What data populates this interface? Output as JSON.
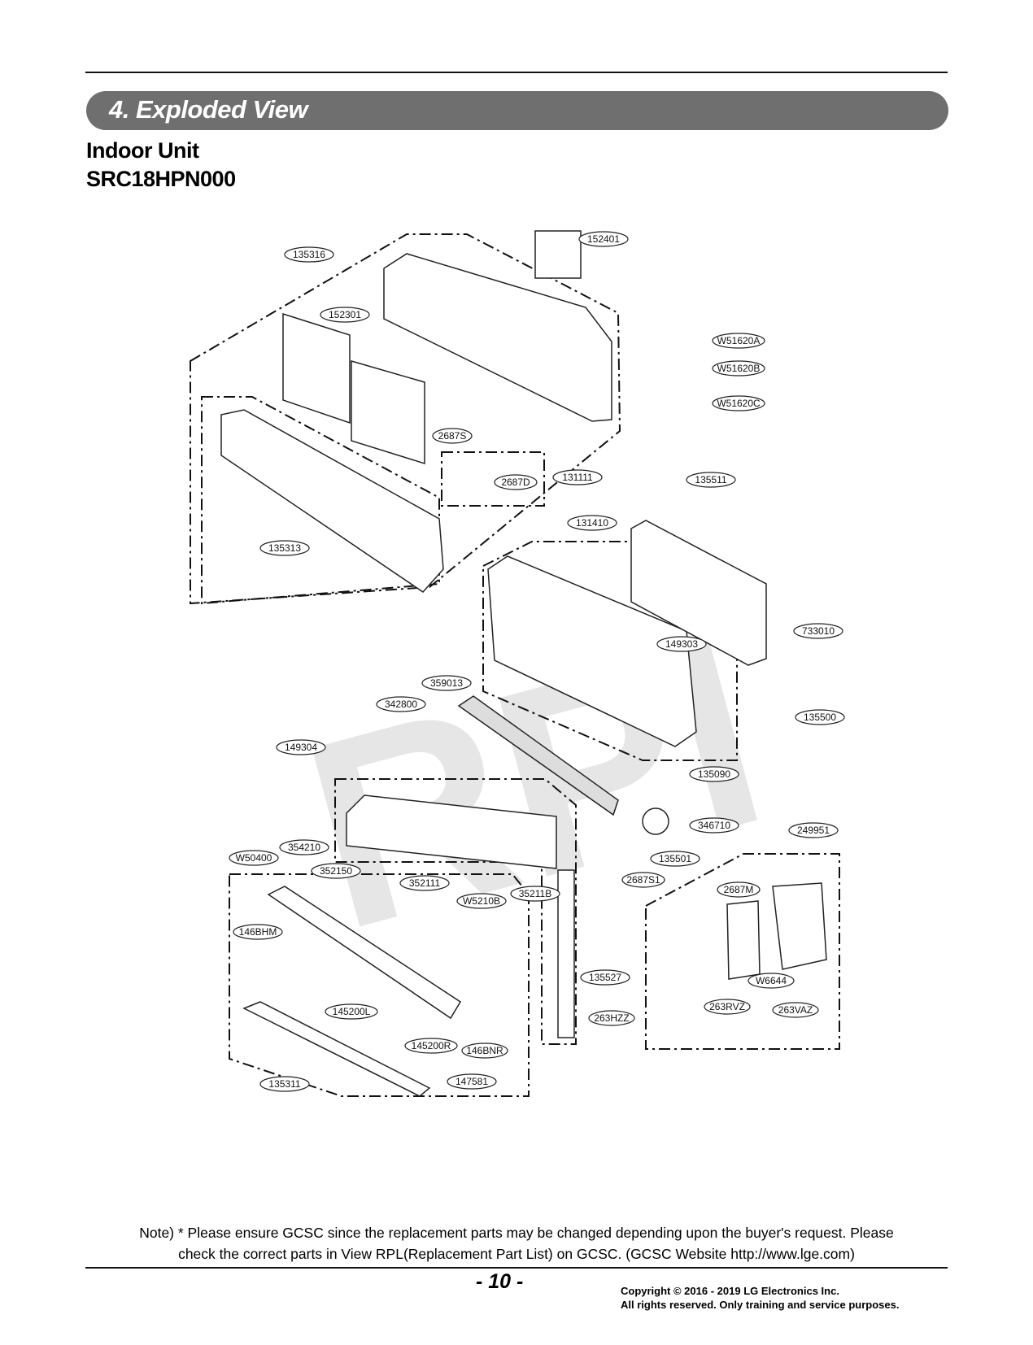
{
  "header": {
    "section_title": "4. Exploded View",
    "subtitle_line1": "Indoor Unit",
    "subtitle_line2": "SRC18HPN000"
  },
  "watermark": "RPI",
  "parts": [
    {
      "label": "152401"
    },
    {
      "label": "135316"
    },
    {
      "label": "152301"
    },
    {
      "label": "W51620A"
    },
    {
      "label": "W51620B"
    },
    {
      "label": "W51620C"
    },
    {
      "label": "2687S"
    },
    {
      "label": "2687D"
    },
    {
      "label": "131111"
    },
    {
      "label": "135511"
    },
    {
      "label": "135313"
    },
    {
      "label": "131410"
    },
    {
      "label": "733010"
    },
    {
      "label": "149303"
    },
    {
      "label": "359013"
    },
    {
      "label": "342800"
    },
    {
      "label": "135500"
    },
    {
      "label": "149304"
    },
    {
      "label": "135090"
    },
    {
      "label": "346710"
    },
    {
      "label": "249951"
    },
    {
      "label": "354210"
    },
    {
      "label": "W50400"
    },
    {
      "label": "352150"
    },
    {
      "label": "352111"
    },
    {
      "label": "W5210B"
    },
    {
      "label": "35211B"
    },
    {
      "label": "135501"
    },
    {
      "label": "2687S1"
    },
    {
      "label": "2687M"
    },
    {
      "label": "146BHM"
    },
    {
      "label": "135527"
    },
    {
      "label": "W6644"
    },
    {
      "label": "263RVZ"
    },
    {
      "label": "263VAZ"
    },
    {
      "label": "263HZZ"
    },
    {
      "label": "145200L"
    },
    {
      "label": "145200R"
    },
    {
      "label": "146BNR"
    },
    {
      "label": "135311"
    },
    {
      "label": "147581"
    }
  ],
  "footer": {
    "note_line1": "Note) * Please ensure GCSC since the replacement parts may be changed depending upon the buyer's request. Please",
    "note_line2": "check  the correct parts in View RPL(Replacement Part List) on GCSC. (GCSC Website  http://www.lge.com)",
    "page_number": "- 10 -",
    "copyright_line1": "Copyright © 2016 - 2019 LG Electronics Inc.",
    "copyright_line2": "All rights reserved. Only training and service purposes."
  }
}
